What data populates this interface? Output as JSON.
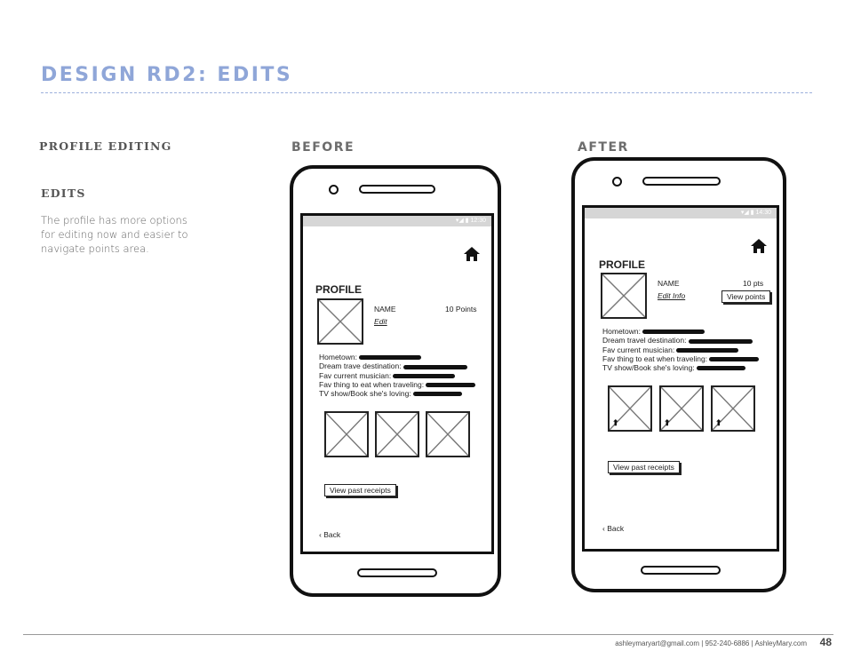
{
  "header": {
    "title": "DESIGN RD2: EDITS"
  },
  "left": {
    "section": "PROFILE EDITING",
    "subsection": "EDITS",
    "body": "The profile has more options for editing now and easier to navigate points area."
  },
  "before": {
    "heading": "BEFORE",
    "status": "▾◢ ▮ 12:30",
    "profile_title": "PROFILE",
    "name_label": "NAME",
    "points_label": "10 Points",
    "edit_link": "Edit",
    "info": {
      "hometown": "Hometown:",
      "dream": "Dream trave destination:",
      "musician": "Fav current musician:",
      "food": "Fav thing to eat when traveling:",
      "tv": "TV show/Book she's loving:"
    },
    "receipts_button": "View past receipts",
    "back": "Back"
  },
  "after": {
    "heading": "AFTER",
    "status": "▾◢ ▮ 14:30",
    "profile_title": "PROFILE",
    "name_label": "NAME",
    "points_label": "10 pts",
    "edit_link": "Edit Info",
    "view_points_button": "View points",
    "info": {
      "hometown": "Hometown:",
      "dream": "Dream travel destination:",
      "musician": "Fav current musician:",
      "food": "Fav thing to eat when traveling:",
      "tv": "TV show/Book she's loving:"
    },
    "receipts_button": "View past receipts",
    "back": "Back"
  },
  "footer": {
    "contact": "ashleymaryart@gmail.com | 952-240-6886 | AshleyMary.com",
    "page": "48"
  }
}
